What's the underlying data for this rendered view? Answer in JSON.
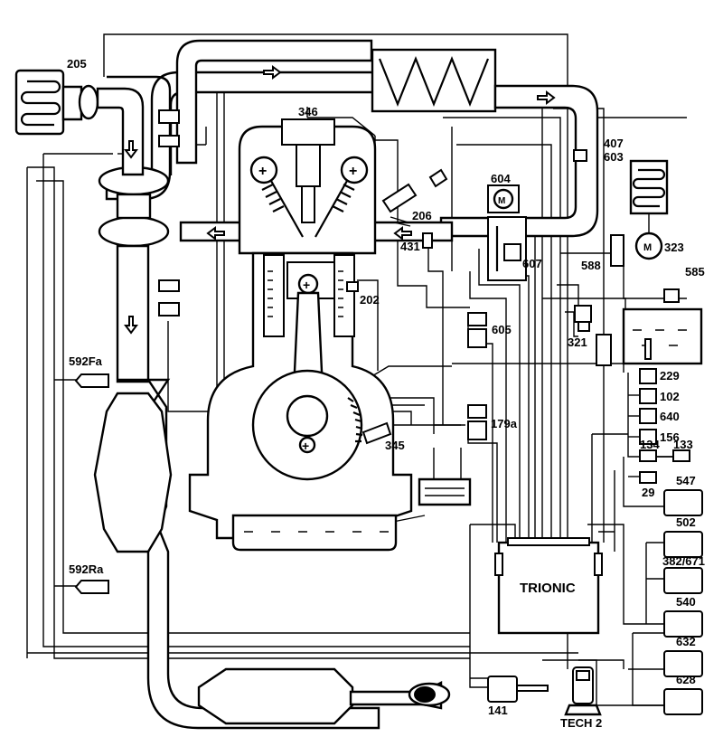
{
  "labels": {
    "l205": "205",
    "l346": "346",
    "l206": "206",
    "l604": "604",
    "l407": "407",
    "l603": "603",
    "l431": "431",
    "l607": "607",
    "l588": "588",
    "l323": "323",
    "l585": "585",
    "l202": "202",
    "l605": "605",
    "l321": "321",
    "l229": "229",
    "l102": "102",
    "l640": "640",
    "l156": "156",
    "l179a": "179a",
    "l345": "345",
    "l134": "134",
    "l133": "133",
    "l29": "29",
    "l547": "547",
    "l502": "502",
    "l382": "382/671",
    "l540": "540",
    "l632": "632",
    "l628": "628",
    "l592fa": "592Fa",
    "l592ra": "592Ra",
    "l141": "141",
    "tech2": "TECH 2",
    "trionic": "TRIONIC"
  }
}
